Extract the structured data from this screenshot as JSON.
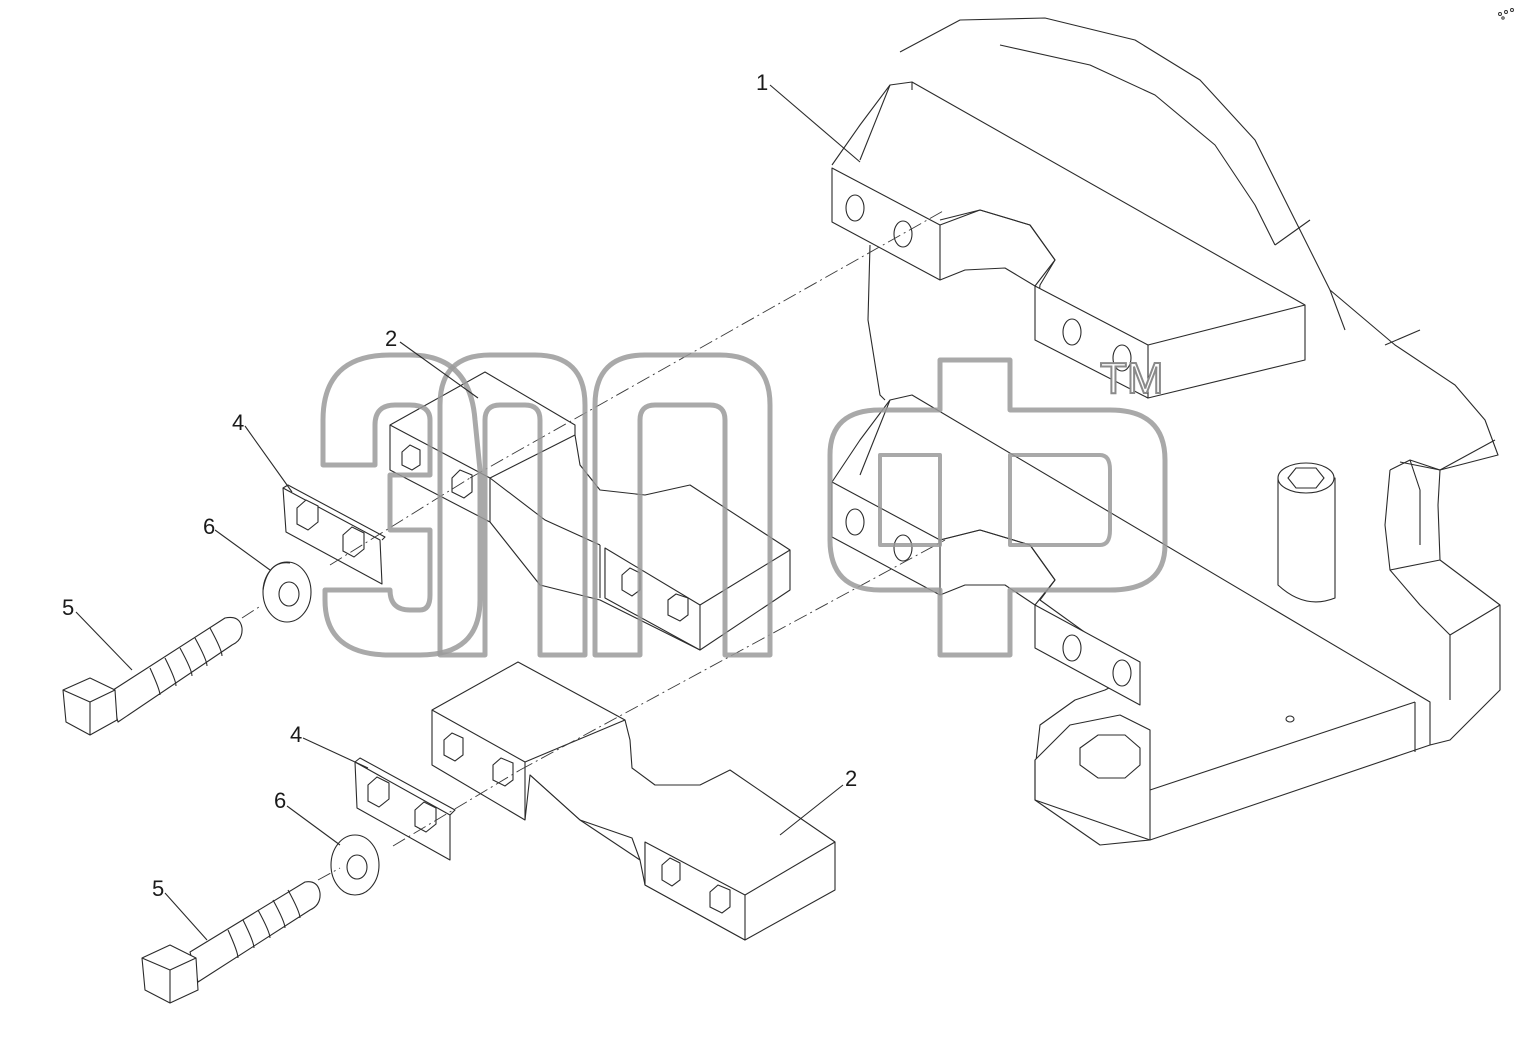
{
  "diagram": {
    "callouts": [
      {
        "id": "c1",
        "label": "1",
        "part": "main-bracket"
      },
      {
        "id": "c2a",
        "label": "2",
        "part": "upper-clamp-block"
      },
      {
        "id": "c2b",
        "label": "2",
        "part": "lower-clamp-block"
      },
      {
        "id": "c4a",
        "label": "4",
        "part": "upper-lock-plate"
      },
      {
        "id": "c4b",
        "label": "4",
        "part": "lower-lock-plate"
      },
      {
        "id": "c6a",
        "label": "6",
        "part": "upper-washer"
      },
      {
        "id": "c6b",
        "label": "6",
        "part": "lower-washer"
      },
      {
        "id": "c5a",
        "label": "5",
        "part": "upper-bolt"
      },
      {
        "id": "c5b",
        "label": "5",
        "part": "lower-bolt"
      }
    ],
    "watermark": {
      "trademark": "TM"
    }
  }
}
